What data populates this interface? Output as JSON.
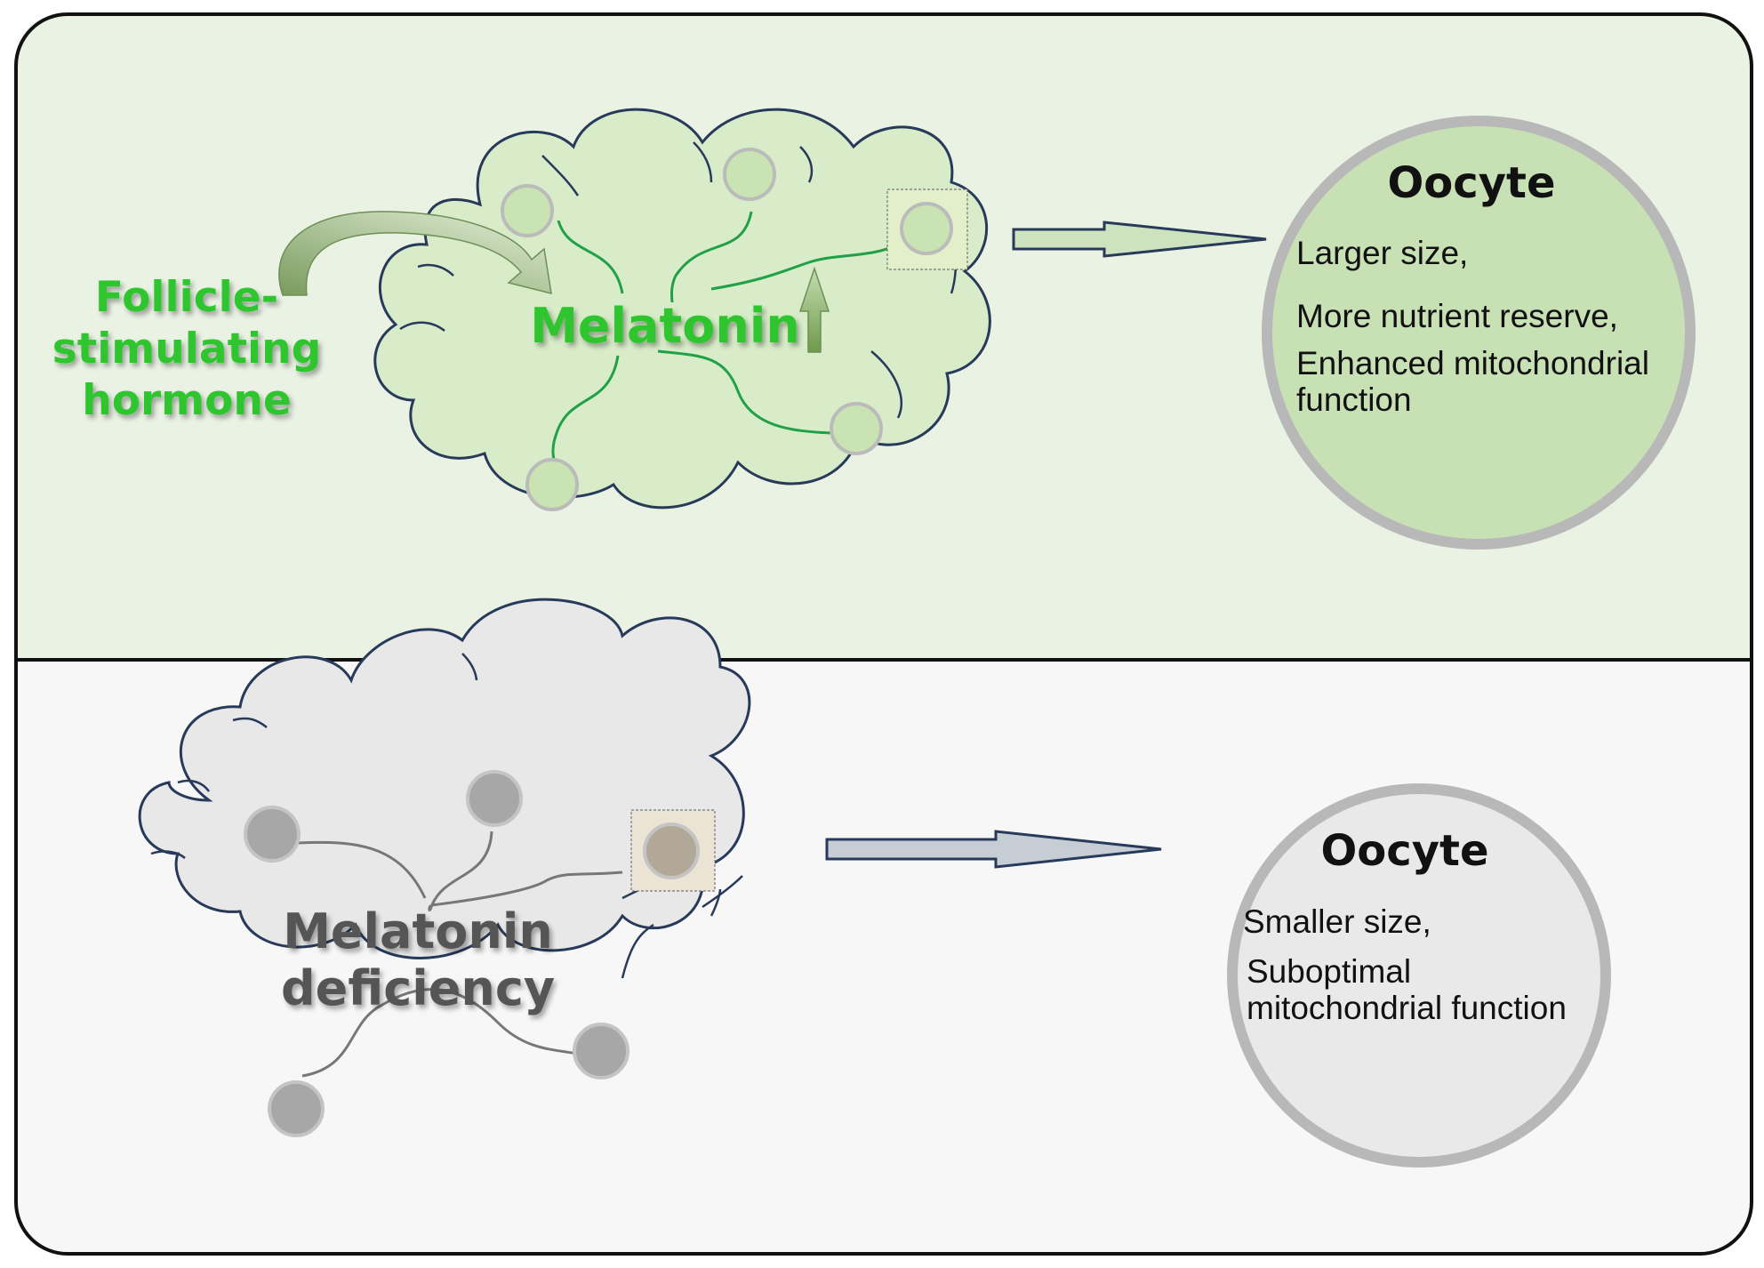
{
  "colors": {
    "top_panel_bg": "#eaf2e4",
    "bottom_panel_bg": "#f7f7f7",
    "cloud_green_fill": "#d8ecc9",
    "cloud_gray_fill": "#e8e8e8",
    "cloud_outline": "#283a5a",
    "green_text": "#2ec52e",
    "gray_text": "#555555",
    "green_connector": "#20a047",
    "gray_connector": "#777777",
    "oocyte_green_fill": "#c7e1b5",
    "oocyte_gray_fill": "#e9e9e9",
    "oocyte_ring": "#b8b8b8"
  },
  "top_panel": {
    "fsh_label": [
      "Follicle-",
      "stimulating",
      "hormone"
    ],
    "cloud_label": "Melatonin",
    "increase_arrow_icon": "up-arrow-icon",
    "oocyte_title": "Oocyte",
    "oocyte_lines": [
      "Larger size,",
      "More nutrient reserve,",
      "Enhanced mitochondrial",
      "function"
    ]
  },
  "bottom_panel": {
    "cloud_label": [
      "Melatonin",
      "deficiency"
    ],
    "oocyte_title": "Oocyte",
    "oocyte_lines": [
      "Smaller size,",
      "Suboptimal",
      "mitochondrial  function"
    ]
  }
}
